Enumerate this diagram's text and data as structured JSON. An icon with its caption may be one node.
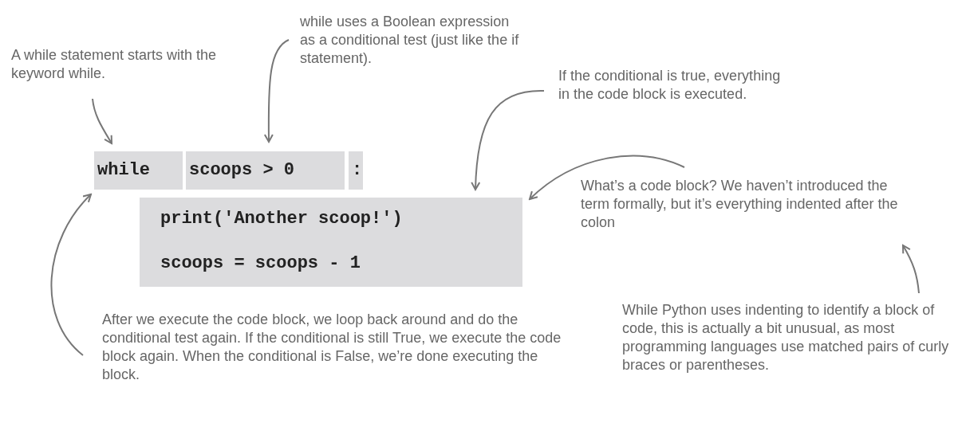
{
  "diagram": {
    "nodes": [
      {
        "text": [
          "A while statement starts with the keyword while."
        ]
      },
      {
        "text": [
          "while uses a Boolean expression as a conditional test (just like the if statement)."
        ]
      },
      {
        "text": [
          "If the conditional is true, everything in the code block is executed."
        ]
      },
      {
        "text": [
          "while"
        ]
      },
      {
        "text": [
          "scoops > 0"
        ]
      },
      {
        "text": [
          ":"
        ]
      },
      {
        "text": [
          "print('Another scoop!')",
          "scoops = scoops - 1"
        ]
      },
      {
        "text": [
          "What’s a code block? We haven’t introduced the term formally, but it’s everything indented after the colon"
        ]
      },
      {
        "text": [
          "After we execute the code block, we loop back around and do the conditional test again. If the conditional is still True, we execute the code block again. When the conditional is False, we’re done executing the block."
        ]
      },
      {
        "text": [
          "While Python uses indenting to identify a block of code, this is actually a bit unusual, as most programming languages use matched pairs of curly braces or parentheses."
        ]
      }
    ],
    "edges": [
      {
        "from": 0,
        "to": 3,
        "arrow": "to"
      },
      {
        "from": 1,
        "to": 4,
        "arrow": "to"
      },
      {
        "from": 2,
        "to": 6,
        "arrow": "to"
      },
      {
        "from": 7,
        "to": 6,
        "arrow": "to"
      },
      {
        "from": 9,
        "to": 7,
        "arrow": "to"
      },
      {
        "from": 8,
        "to": 3,
        "arrow": "to"
      }
    ]
  }
}
